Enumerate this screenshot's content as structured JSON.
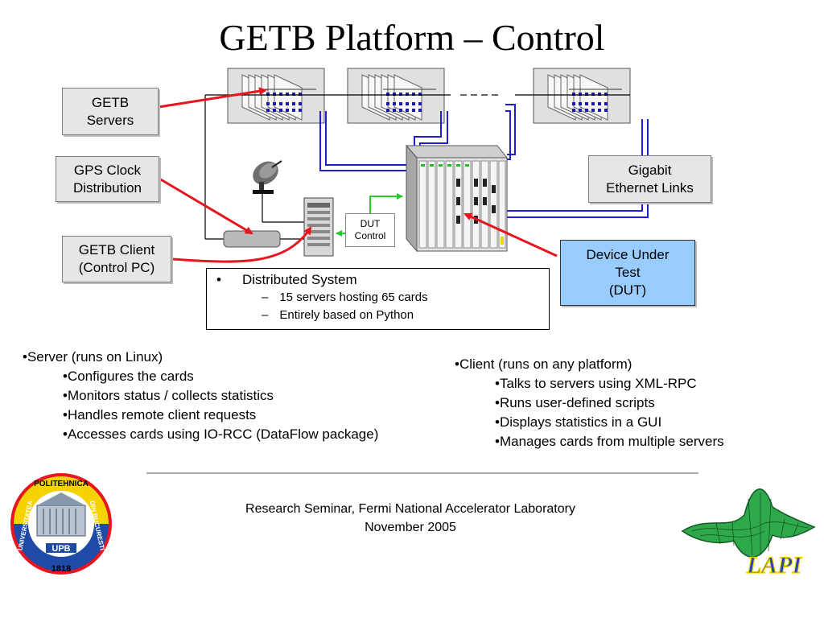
{
  "title": "GETB Platform – Control",
  "labels": {
    "getb_servers": [
      "GETB",
      "Servers"
    ],
    "gps_clock": [
      "GPS Clock",
      "Distribution"
    ],
    "getb_client": [
      "GETB Client",
      "(Control PC)"
    ],
    "gigabit": [
      "Gigabit",
      "Ethernet Links"
    ],
    "dut": [
      "Device Under",
      "Test",
      "(DUT)"
    ],
    "dut_control": [
      "DUT",
      "Control"
    ]
  },
  "distributed": {
    "bullet": "•",
    "dash": "–",
    "heading": "Distributed System",
    "items": [
      "15 servers hosting 65 cards",
      "Entirely based on Python"
    ]
  },
  "server_list": {
    "head": "•Server (runs on Linux)",
    "items": [
      "•Configures the cards",
      "•Monitors status / collects statistics",
      "•Handles remote client requests",
      "•Accesses cards using IO-RCC (DataFlow package)"
    ]
  },
  "client_list": {
    "head": "•Client (runs on any platform)",
    "items": [
      "•Talks to servers using XML-RPC",
      "•Runs user-defined scripts",
      "•Displays statistics in a GUI",
      "•Manages cards from multiple servers"
    ]
  },
  "footer": [
    "Research Seminar, Fermi National Accelerator Laboratory",
    "November 2005"
  ],
  "logos": {
    "left_ring_top": "POLITEHNICA",
    "left_ring_left": "UNIVERSITATEA",
    "left_ring_right": "DIN BUCURESTI",
    "left_upb": "UPB",
    "left_year": "1818",
    "right_text": "LAPI"
  },
  "colors": {
    "link_blue": "#1e1ecc",
    "arrow_red": "#e8141e",
    "arrow_green": "#22cc22",
    "dut_fill": "#99ccff"
  }
}
